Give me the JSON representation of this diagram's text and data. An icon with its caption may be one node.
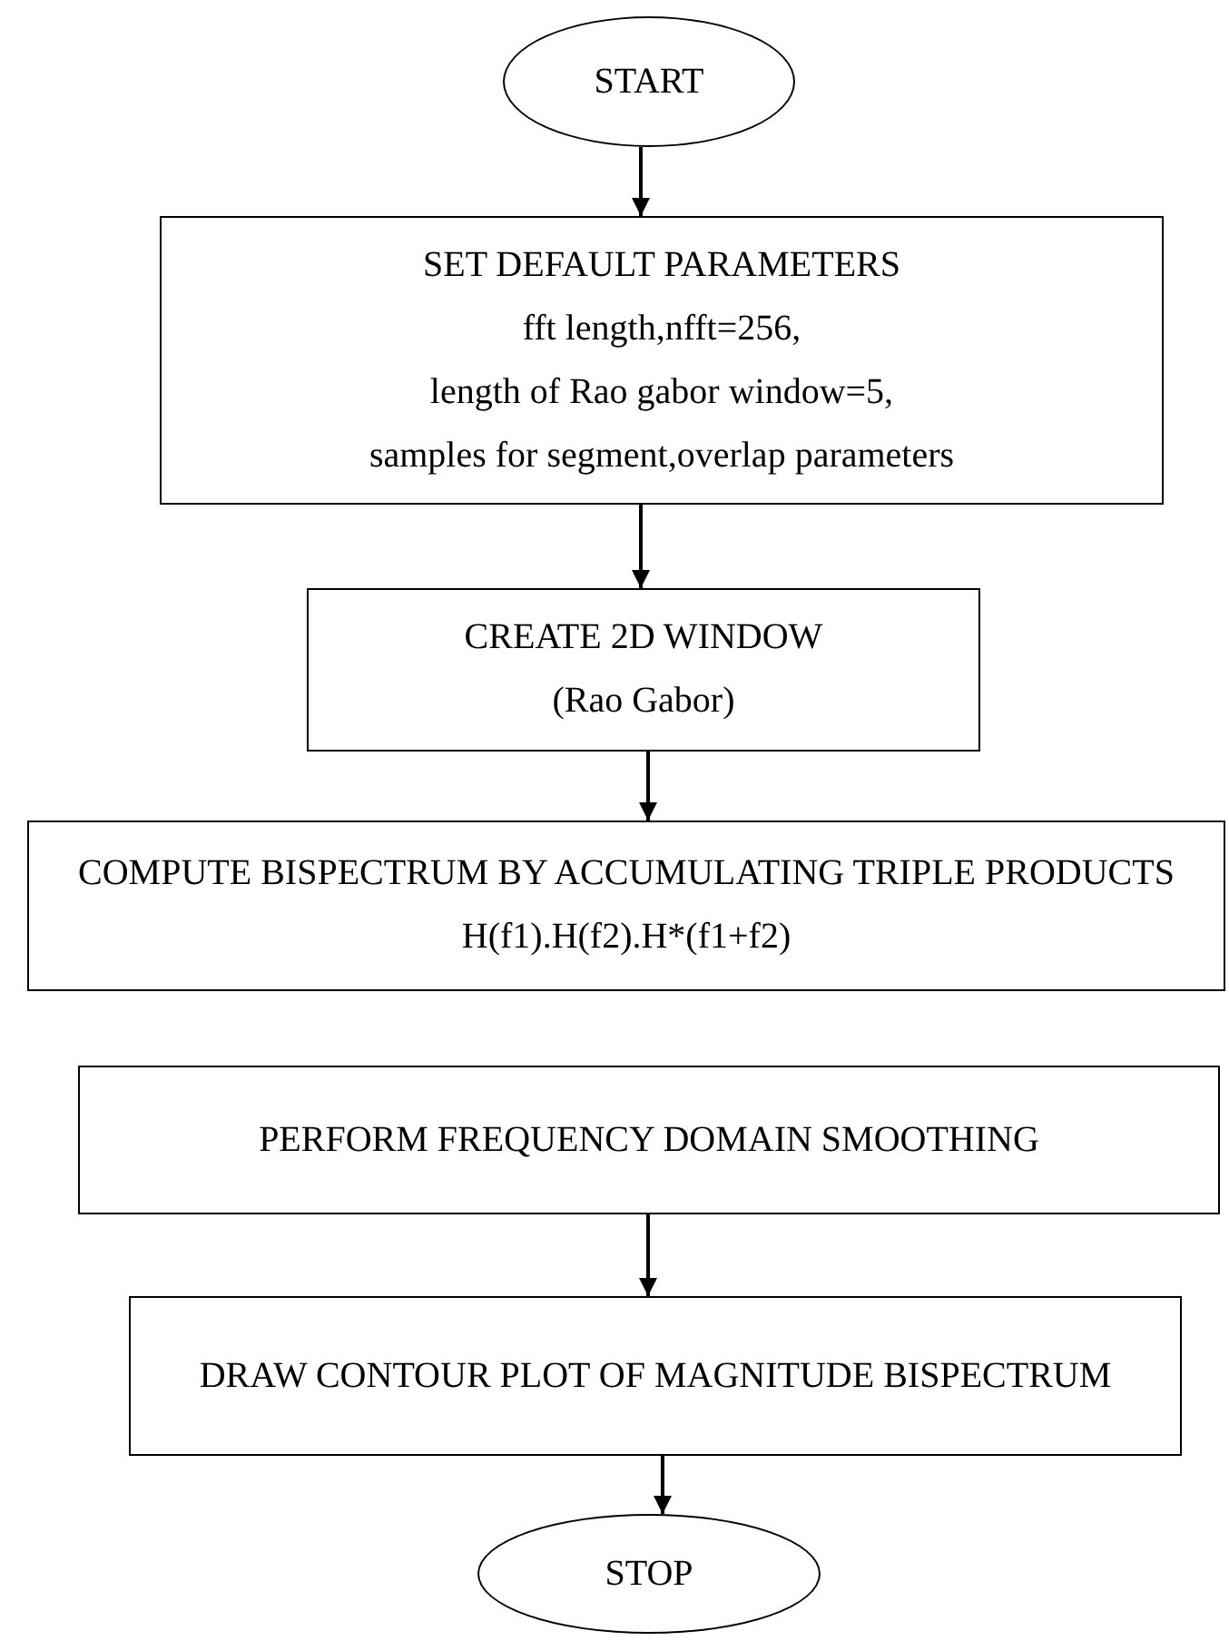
{
  "diagram": {
    "nodes": [
      {
        "text": [
          "START"
        ]
      },
      {
        "text": [
          "SET DEFAULT PARAMETERS",
          "fft length,nfft=256,",
          "length of Rao gabor window=5,",
          "samples for segment,overlap parameters"
        ]
      },
      {
        "text": [
          "CREATE 2D WINDOW",
          "(Rao Gabor)"
        ]
      },
      {
        "text": [
          "COMPUTE BISPECTRUM BY ACCUMULATING TRIPLE PRODUCTS H(f1).H(f2).H*(f1+f2)"
        ]
      },
      {
        "text": [
          "PERFORM FREQUENCY DOMAIN SMOOTHING"
        ]
      },
      {
        "text": [
          "DRAW CONTOUR PLOT OF MAGNITUDE BISPECTRUM"
        ]
      },
      {
        "text": [
          "STOP"
        ]
      }
    ],
    "edges": [
      {
        "from": 0,
        "to": 1,
        "arrow": "to"
      },
      {
        "from": 1,
        "to": 2,
        "arrow": "to"
      },
      {
        "from": 2,
        "to": 3,
        "arrow": "to"
      },
      {
        "from": 4,
        "to": 5,
        "arrow": "to"
      },
      {
        "from": 5,
        "to": 6,
        "arrow": "to"
      }
    ]
  }
}
